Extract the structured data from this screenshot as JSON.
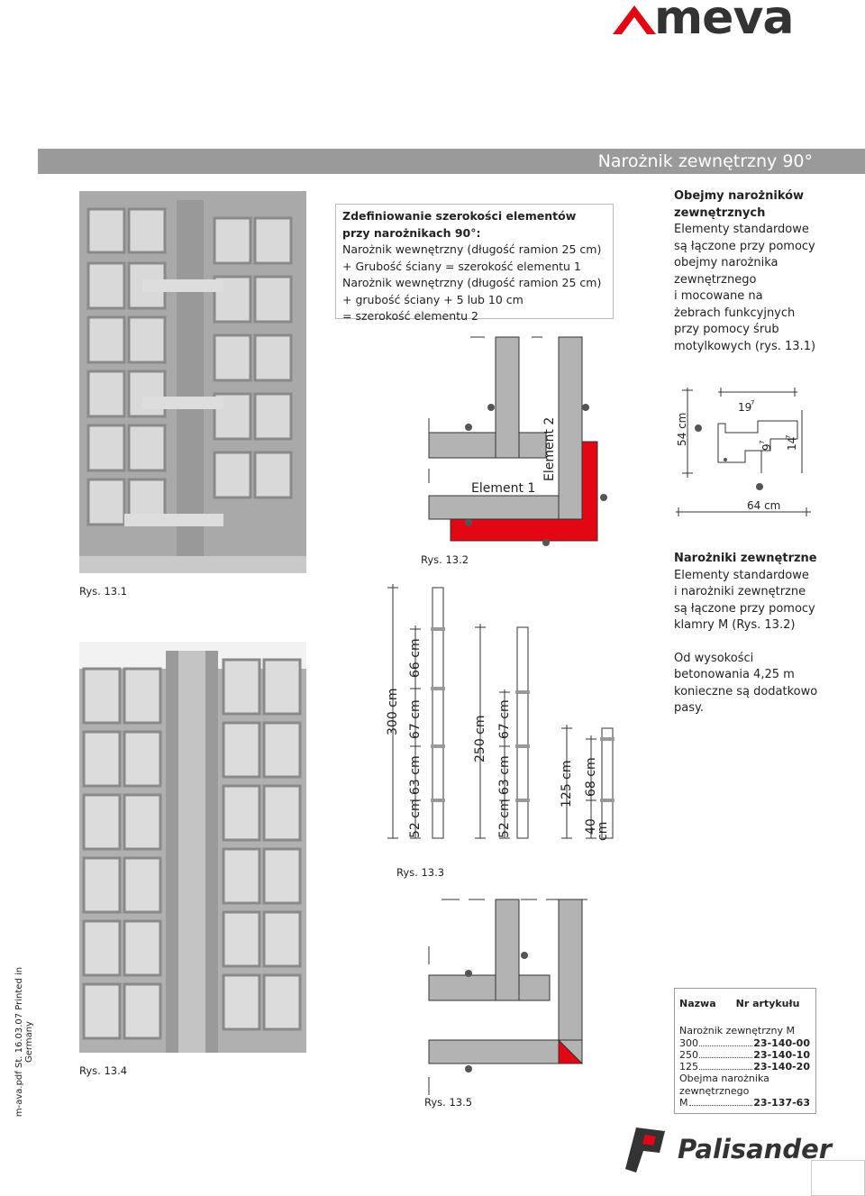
{
  "brand": {
    "logo_text": "meva",
    "accent": "#e30613"
  },
  "header": {
    "title": "Narożnik zewnętrzny 90°"
  },
  "definition_box": {
    "title": "Zdefiniowanie szerokości elementów przy narożnikach 90°:",
    "lines": [
      "Narożnik wewnętrzny (długość ramion 25 cm)",
      "+ Grubość ściany = szerokość elementu 1",
      "Narożnik wewnętrzny (długość ramion 25 cm)",
      "+ grubość ściany + 5 lub 10 cm",
      "= szerokość elementu 2"
    ]
  },
  "section_clamps": {
    "heading": "Obejmy narożników zewnętrznych",
    "lines": [
      "Elementy standardowe",
      "są łączone przy pomocy",
      "obejmy narożnika",
      "zewnętrznego",
      "i mocowane na",
      "żebrach funkcyjnych",
      "przy pomocy śrub",
      "motylkowych (rys. 13.1)"
    ]
  },
  "section_corners": {
    "heading": "Narożniki zewnętrzne",
    "lines": [
      "Elementy standardowe",
      "i narożniki zewnętrzne",
      "są łączone przy pomocy",
      "klamry M (Rys. 13.2)"
    ],
    "note_lines": [
      "Od wysokości",
      "betonowania 4,25 m",
      "konieczne są dodatkowo",
      "pasy."
    ]
  },
  "captions": {
    "fig131": "Rys. 13.1",
    "fig132": "Rys. 13.2",
    "fig133": "Rys. 13.3",
    "fig134": "Rys. 13.4",
    "fig135": "Rys. 13.5"
  },
  "diagram_top": {
    "element1": "Element 1",
    "element2": "Element 2",
    "dim_54": "54 cm",
    "dim_64": "64 cm",
    "dim_19": "19",
    "dim_9": "9",
    "dim_14": "14",
    "sup": "7"
  },
  "diagram_heights": {
    "d300": "300 cm",
    "d66": "66 cm",
    "d67a": "67 cm",
    "d63a": "63 cm",
    "d52a": "52 cm",
    "d250": "250 cm",
    "d67b": "67 cm",
    "d63b": "63 cm",
    "d52b": "52 cm",
    "d125": "125 cm",
    "d68": "68 cm",
    "d40": "40",
    "d40u": "cm"
  },
  "table": {
    "col1": "Nazwa",
    "col2": "Nr artykułu",
    "group": "Narożnik zewnętrzny M",
    "rows": [
      {
        "name": "300",
        "num": "23-140-00"
      },
      {
        "name": "250",
        "num": "23-140-10"
      },
      {
        "name": "125",
        "num": "23-140-20"
      }
    ],
    "clamp_l1": "Obejma narożnika",
    "clamp_l2": "zewnętrznego",
    "clamp_name": "M",
    "clamp_num": "23-137-63"
  },
  "footer": {
    "vertical_note": "m-ava.pdf St. 16.03.07 Printed in Germany",
    "partner": "Palisander"
  }
}
